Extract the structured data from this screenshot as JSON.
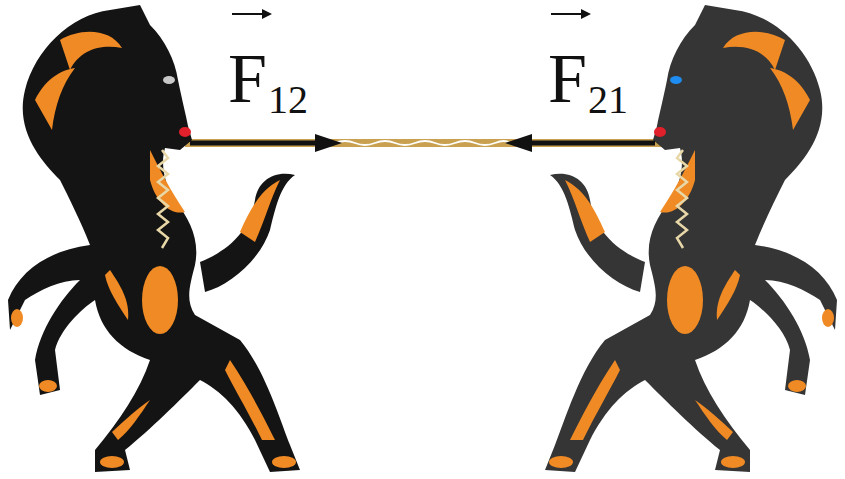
{
  "diagram": {
    "labels": [
      "F",
      "12",
      "F",
      "21"
    ]
  }
}
